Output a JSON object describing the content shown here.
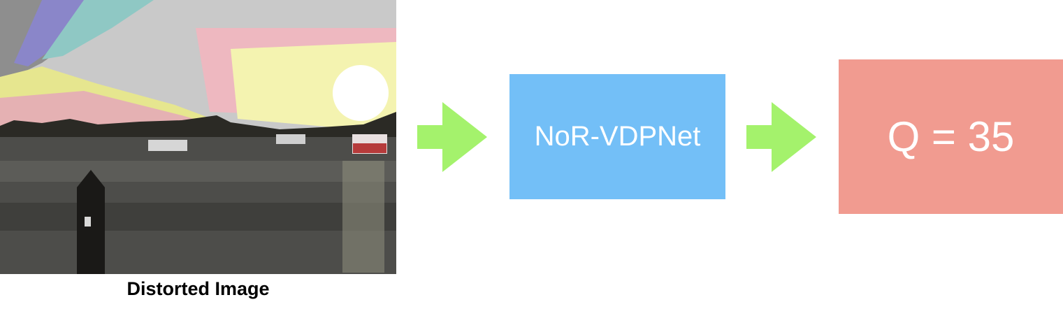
{
  "input": {
    "caption": "Distorted Image"
  },
  "model": {
    "label": "NoR-VDPNet"
  },
  "output": {
    "label": "Q = 35"
  },
  "colors": {
    "arrow": "#a4f26c",
    "model_box": "#73bff7",
    "score_box": "#f19b90",
    "text_on_box": "#ffffff"
  },
  "icons": {
    "arrow": "right-arrow-icon"
  }
}
